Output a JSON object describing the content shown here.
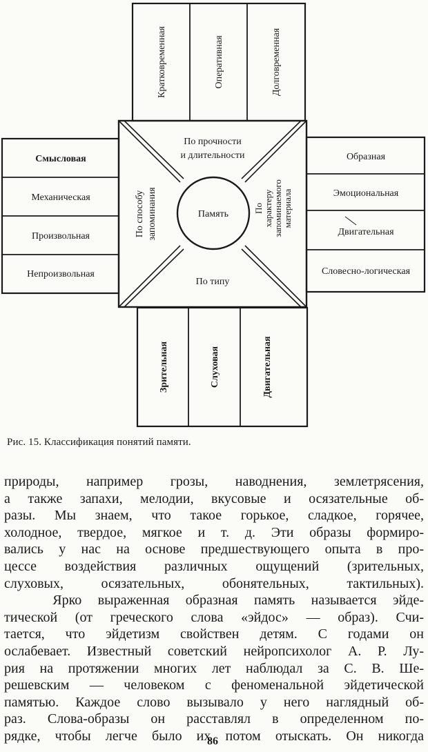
{
  "figure": {
    "center": "Память",
    "sectors": {
      "top": [
        "По прочности",
        "и длительности"
      ],
      "left": [
        "По способу",
        "запоминания"
      ],
      "right": [
        "По",
        "характеру",
        "запоминаемого",
        "материала"
      ],
      "bottom": "По типу"
    },
    "top_boxes": [
      "Кратковременная",
      "Оперативная",
      "Долговременная"
    ],
    "left_boxes": [
      "Смысловая",
      "Механическая",
      "Произвольная",
      "Непроизвольная"
    ],
    "right_boxes": [
      "Образная",
      "Эмоциональная",
      "Двигательная",
      "Словесно-логическая"
    ],
    "bottom_boxes": [
      "Зрительная",
      "Слуховая",
      "Двигательная"
    ],
    "caption": "Рис. 15. Классификация понятий памяти."
  },
  "text_lines": [
    "природы, например грозы, наводнения, землетрясения,",
    "а также запахи, мелодии, вкусовые и осязательные об-",
    "разы. Мы знаем, что такое горькое, сладкое, горячее,",
    "холодное, твердое, мягкое и т. д. Эти образы формиро-",
    "вались у нас на основе предшествующего опыта в про-",
    "цессе воздействия различных ощущений (зрительных,",
    "слуховых, осязательных, обонятельных, тактильных).",
    "   Ярко выраженная образная память называется эйде-",
    "тической (от греческого слова «эйдос» — образ). Счи-",
    "тается, что эйдетизм свойствен детям. С годами он",
    "ослабевает. Известный советский нейропсихолог А. Р. Лу-",
    "рия на протяжении многих лет наблюдал за С. В. Ше-",
    "решевским — человеком с феноменальной эйдетической",
    "памятью. Каждое слово вызывало у него наглядный об-",
    "раз. Слова-образы он расставлял в определенном по-",
    "рядке, чтобы легче было их потом отыскать. Он никогда"
  ],
  "page_number": "86"
}
